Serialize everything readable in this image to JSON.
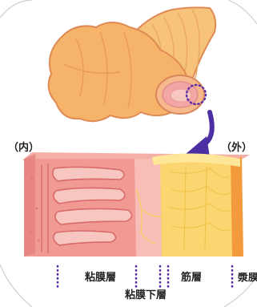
{
  "direction": {
    "inner": "（内）",
    "outer": "（外）"
  },
  "layers": {
    "mucosa": "粘膜層",
    "muscle": "筋層",
    "serosa": "漿膜",
    "submucosa": "粘膜下層"
  },
  "colors": {
    "background_circle_stroke": "#c9c9c9",
    "intestine_outer": "#f4b76c",
    "intestine_outline": "#d9865c",
    "lumen_pink": "#f3a6a6",
    "mucosa": "#ef9f96",
    "submucosa": "#f6b9b4",
    "muscle": "#fbd77a",
    "serosa": "#f2a14a",
    "arrow": "#4b2fa3",
    "dotted_marker": "#5a2ea6"
  }
}
